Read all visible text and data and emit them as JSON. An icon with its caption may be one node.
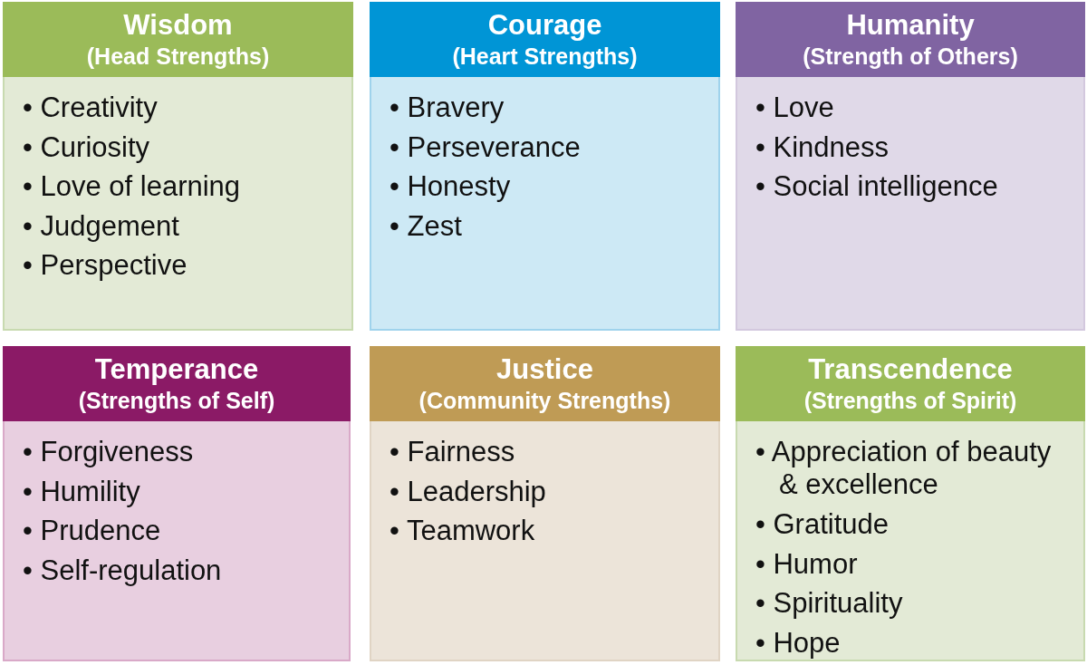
{
  "diagram": {
    "nodes": [
      {
        "text": [
          "Wisdom",
          "(Head Strengths)",
          "• Creativity",
          "• Curiosity",
          "• Love of learning",
          "• Judgement",
          "• Perspective"
        ]
      },
      {
        "text": [
          "Courage",
          "(Heart Strengths)",
          "• Bravery",
          "• Perseverance",
          "• Honesty",
          "• Zest"
        ]
      },
      {
        "text": [
          "Humanity",
          "(Strength of Others)",
          "• Love",
          "• Kindness",
          "• Social intelligence"
        ]
      },
      {
        "text": [
          "Temperance",
          "(Strengths of Self)",
          "• Forgiveness",
          "• Humility",
          "• Prudence",
          "• Self-regulation"
        ]
      },
      {
        "text": [
          "Justice",
          "(Community Strengths)",
          "• Fairness",
          "• Leadership",
          "• Teamwork"
        ]
      },
      {
        "text": [
          "Transcendence",
          "(Strengths of Spirit)",
          "• Appreciation of beauty & excellence",
          "• Gratitude",
          "• Humor",
          "• Spirituality",
          "• Hope"
        ]
      }
    ]
  }
}
